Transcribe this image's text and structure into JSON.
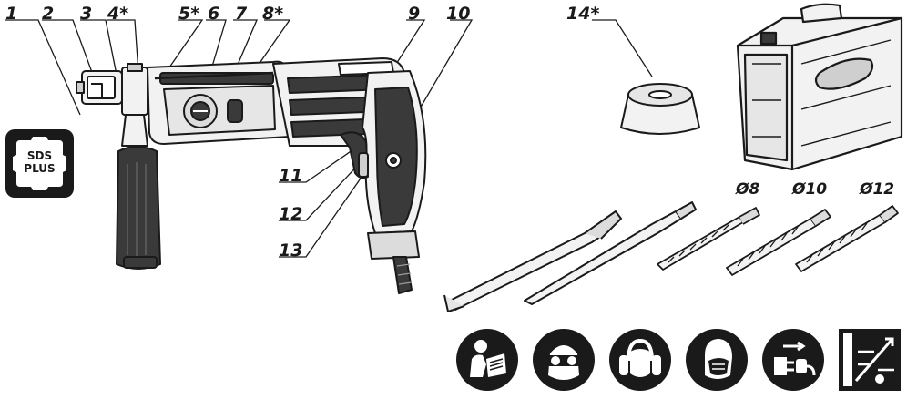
{
  "callouts": {
    "c1": "1",
    "c2": "2",
    "c3": "3",
    "c4": "4*",
    "c5": "5*",
    "c6": "6",
    "c7": "7",
    "c8": "8*",
    "c9": "9",
    "c10": "10",
    "c11": "11",
    "c12": "12",
    "c13": "13",
    "c14": "14*"
  },
  "badge": {
    "line1": "SDS",
    "line2": "PLUS"
  },
  "drill_bits": {
    "d8": "Ø8",
    "d10": "Ø10",
    "d12": "Ø12"
  },
  "safety_icons": [
    "read-manual-icon",
    "safety-goggles-icon",
    "ear-protection-icon",
    "dust-mask-icon",
    "unplug-before-service-icon",
    "detect-hidden-wires-icon"
  ],
  "colors": {
    "ink": "#1a1a1a",
    "grip": "#3a3a3a",
    "body": "#f2f2f2"
  }
}
